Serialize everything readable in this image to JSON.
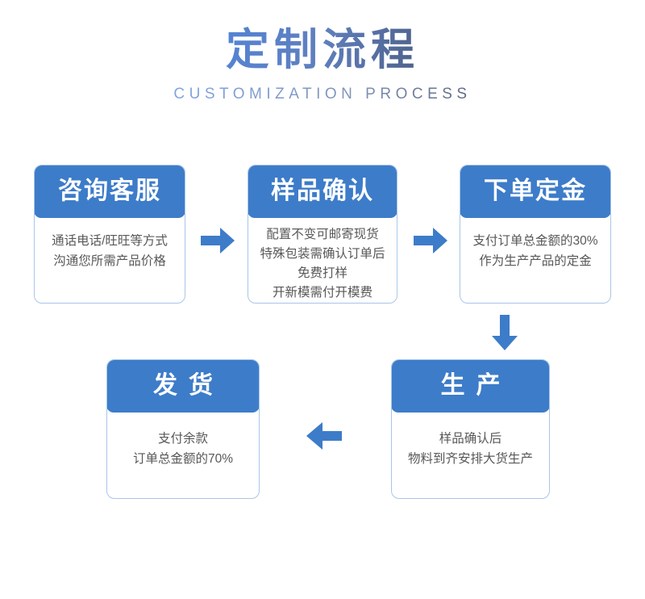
{
  "header": {
    "title": "定制流程",
    "subtitle": "CUSTOMIZATION PROCESS"
  },
  "colors": {
    "accent_blue": "#3d7cc9",
    "title_gradient_start": "#4b87e9",
    "title_gradient_end": "#3a4155",
    "box_border": "#a9c6ea",
    "body_text": "#585858",
    "background": "#ffffff"
  },
  "steps": [
    {
      "id": "step-1",
      "title": "咨询客服",
      "spaced": false,
      "body": [
        "通话电话/旺旺等方式",
        "沟通您所需产品价格"
      ]
    },
    {
      "id": "step-2",
      "title": "样品确认",
      "spaced": false,
      "body": [
        "配置不变可邮寄现货",
        "特殊包装需确认订单后",
        "免费打样",
        "开新模需付开模费"
      ]
    },
    {
      "id": "step-3",
      "title": "下单定金",
      "spaced": false,
      "body": [
        "支付订单总金额的30%",
        "作为生产产品的定金"
      ]
    },
    {
      "id": "step-4",
      "title": "生产",
      "spaced": true,
      "body": [
        "样品确认后",
        "物料到齐安排大货生产"
      ]
    },
    {
      "id": "step-5",
      "title": "发货",
      "spaced": true,
      "body": [
        "支付余款",
        "订单总金额的70%"
      ]
    }
  ],
  "arrows": [
    {
      "id": "arrow-1",
      "direction": "right",
      "from": "step-1",
      "to": "step-2"
    },
    {
      "id": "arrow-2",
      "direction": "right",
      "from": "step-2",
      "to": "step-3"
    },
    {
      "id": "arrow-3",
      "direction": "down",
      "from": "step-3",
      "to": "step-4"
    },
    {
      "id": "arrow-4",
      "direction": "left",
      "from": "step-4",
      "to": "step-5"
    }
  ]
}
